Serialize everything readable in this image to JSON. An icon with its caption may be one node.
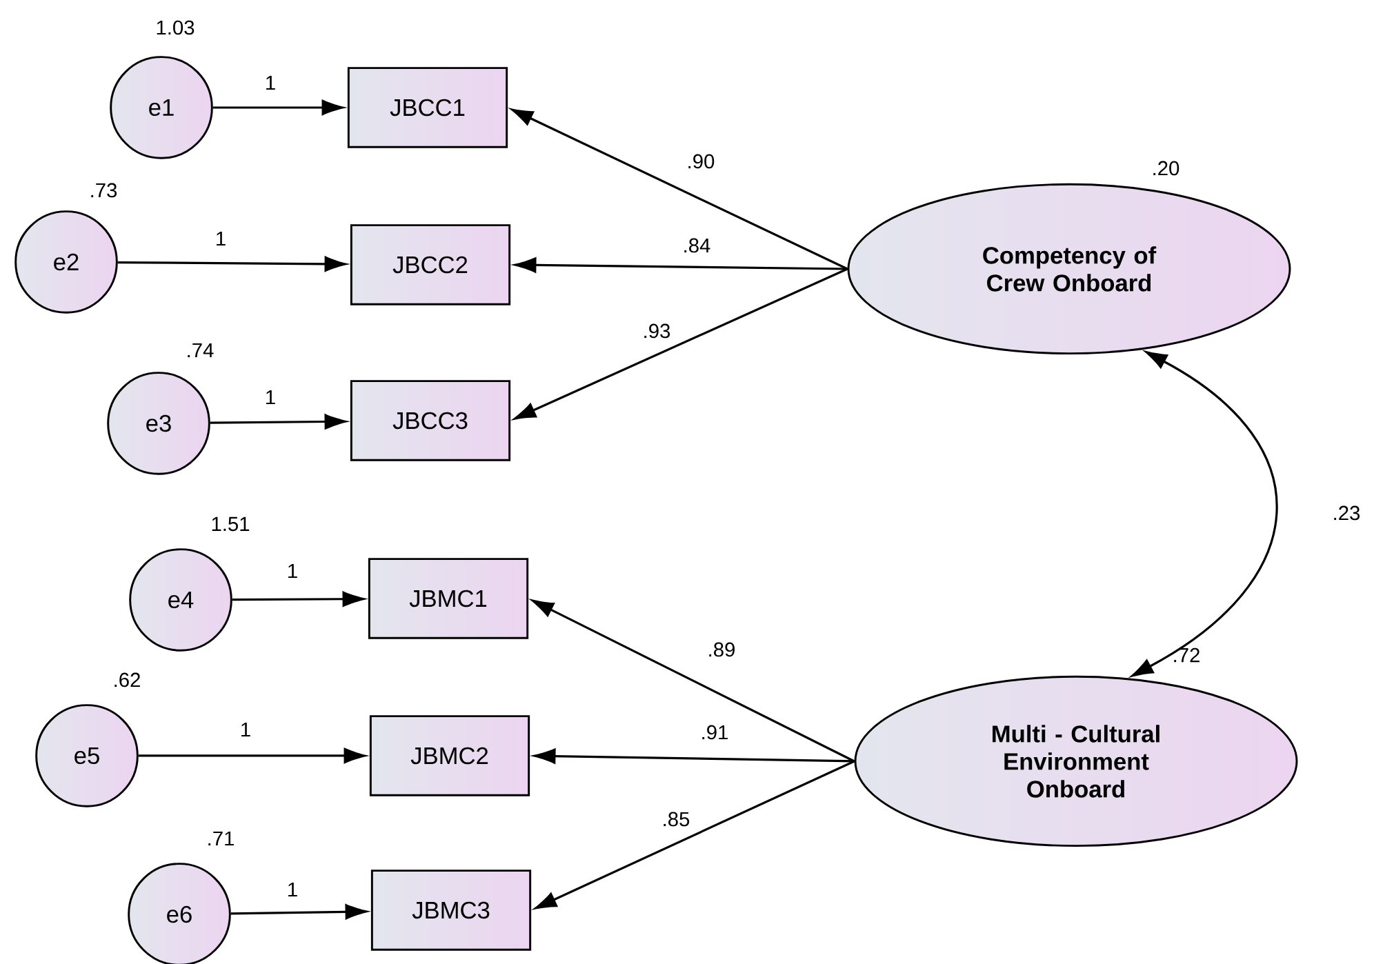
{
  "diagram": {
    "nodes": [
      {
        "text": [
          "e1"
        ],
        "beside": [
          "1.03"
        ]
      },
      {
        "text": [
          "e2"
        ],
        "beside": [
          ".73"
        ]
      },
      {
        "text": [
          "e3"
        ],
        "beside": [
          ".74"
        ]
      },
      {
        "text": [
          "e4"
        ],
        "beside": [
          "1.51"
        ]
      },
      {
        "text": [
          "e5"
        ],
        "beside": [
          ".62"
        ]
      },
      {
        "text": [
          "e6"
        ],
        "beside": [
          ".71"
        ]
      },
      {
        "text": [
          "JBCC1"
        ]
      },
      {
        "text": [
          "JBCC2"
        ]
      },
      {
        "text": [
          "JBCC3"
        ]
      },
      {
        "text": [
          "JBMC1"
        ]
      },
      {
        "text": [
          "JBMC2"
        ]
      },
      {
        "text": [
          "JBMC3"
        ]
      },
      {
        "text": [
          "Competency of Crew Onboard"
        ],
        "beside": [
          ".20"
        ]
      },
      {
        "text": [
          "Multi - Cultural Environment Onboard"
        ],
        "beside": [
          ".72"
        ]
      }
    ],
    "edges": [
      {
        "from": 0,
        "to": 6,
        "arrow": "to",
        "label": "1"
      },
      {
        "from": 1,
        "to": 7,
        "arrow": "to",
        "label": "1"
      },
      {
        "from": 2,
        "to": 8,
        "arrow": "to",
        "label": "1"
      },
      {
        "from": 3,
        "to": 9,
        "arrow": "to",
        "label": "1"
      },
      {
        "from": 4,
        "to": 10,
        "arrow": "to",
        "label": "1"
      },
      {
        "from": 5,
        "to": 11,
        "arrow": "to",
        "label": "1"
      },
      {
        "from": 12,
        "to": 6,
        "arrow": "to",
        "label": ".90"
      },
      {
        "from": 12,
        "to": 7,
        "arrow": "to",
        "label": ".84"
      },
      {
        "from": 12,
        "to": 8,
        "arrow": "to",
        "label": ".93"
      },
      {
        "from": 13,
        "to": 9,
        "arrow": "to",
        "label": ".89"
      },
      {
        "from": 13,
        "to": 10,
        "arrow": "to",
        "label": ".91"
      },
      {
        "from": 13,
        "to": 11,
        "arrow": "to",
        "label": ".85"
      },
      {
        "from": 12,
        "to": 13,
        "arrow": "both",
        "label": ".23"
      }
    ]
  }
}
